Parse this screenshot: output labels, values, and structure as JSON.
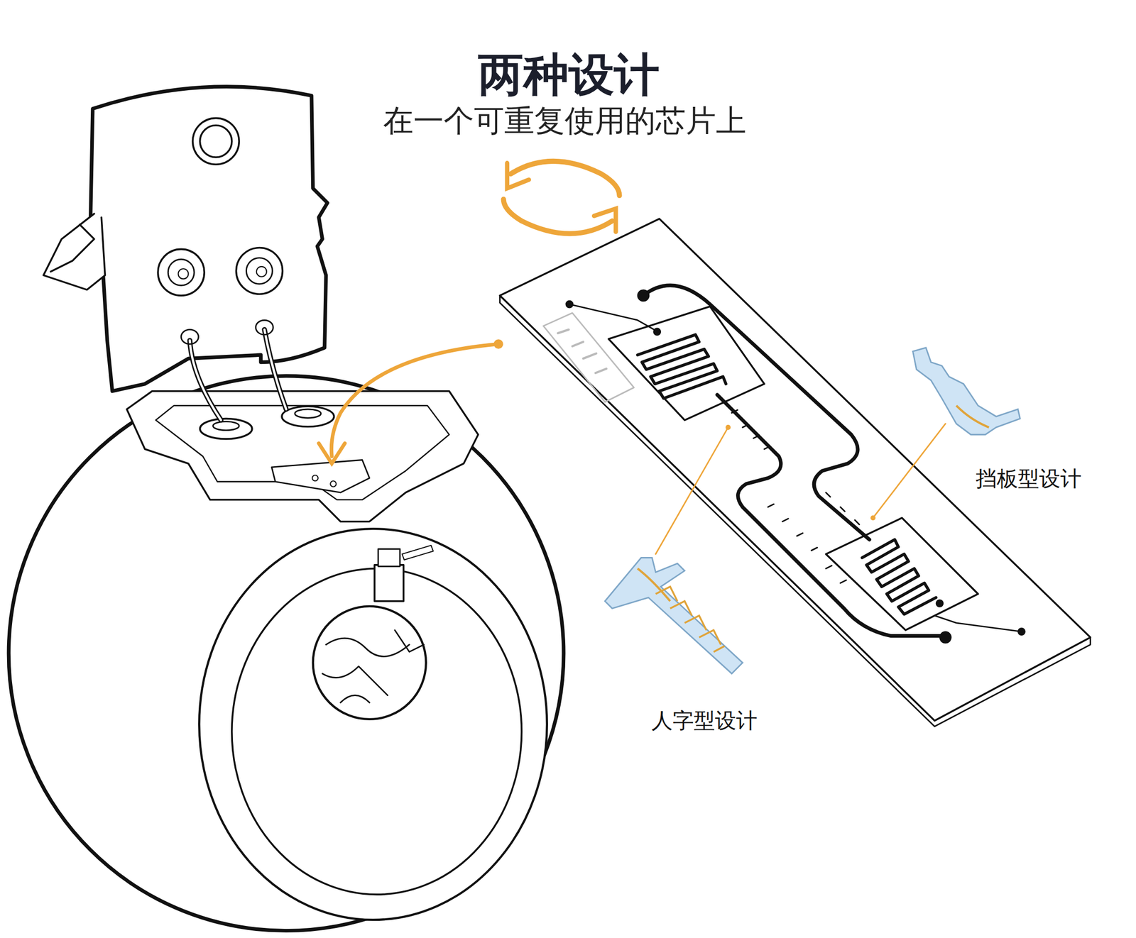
{
  "diagram": {
    "title": "两种设计",
    "labels": [
      "在一个可重复使用的芯片上",
      "挡板型设计",
      "人字型设计"
    ]
  }
}
